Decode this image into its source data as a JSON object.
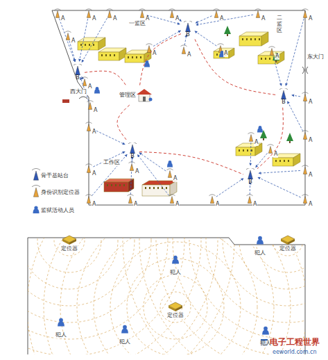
{
  "diagram": {
    "nodes": [
      {
        "text": [
          "B"
        ]
      },
      {
        "text": [
          "B"
        ]
      },
      {
        "text": [
          "管理区"
        ]
      },
      {
        "text": [
          "B"
        ]
      },
      {
        "text": [
          "B"
        ]
      },
      {
        "text": [
          "B"
        ]
      }
    ],
    "edges": [
      {
        "from": 1,
        "to": 2,
        "arrow": "none"
      },
      {
        "from": 0,
        "to": 2,
        "arrow": "none"
      },
      {
        "from": 0,
        "to": 3,
        "arrow": "none"
      },
      {
        "from": 3,
        "to": 5,
        "arrow": "none"
      },
      {
        "from": 4,
        "to": 5,
        "arrow": "none"
      },
      {
        "from": 2,
        "to": 4,
        "arrow": "none"
      }
    ],
    "labels": [
      "一监区",
      "二监区",
      "西大门",
      "东大门",
      "工作区",
      "A",
      "A",
      "A",
      "A",
      "A",
      "A",
      "A",
      "A",
      "A",
      "A",
      "A",
      "A",
      "A",
      "A",
      "A",
      "A",
      "A",
      "A",
      "A",
      "A",
      "A",
      "A",
      "A",
      "A",
      "A",
      "A",
      "A",
      "A",
      "A",
      "A",
      "定位器",
      "定位器",
      "定位器",
      "犯人",
      "犯人",
      "犯人",
      "犯人",
      "犯人",
      "电子工程世界",
      "eeworld.com.cn"
    ],
    "legend": [
      {
        "text": "骨干基站台"
      },
      {
        "text": "身份识别定位器"
      },
      {
        "text": "监狱活动人员"
      }
    ]
  }
}
